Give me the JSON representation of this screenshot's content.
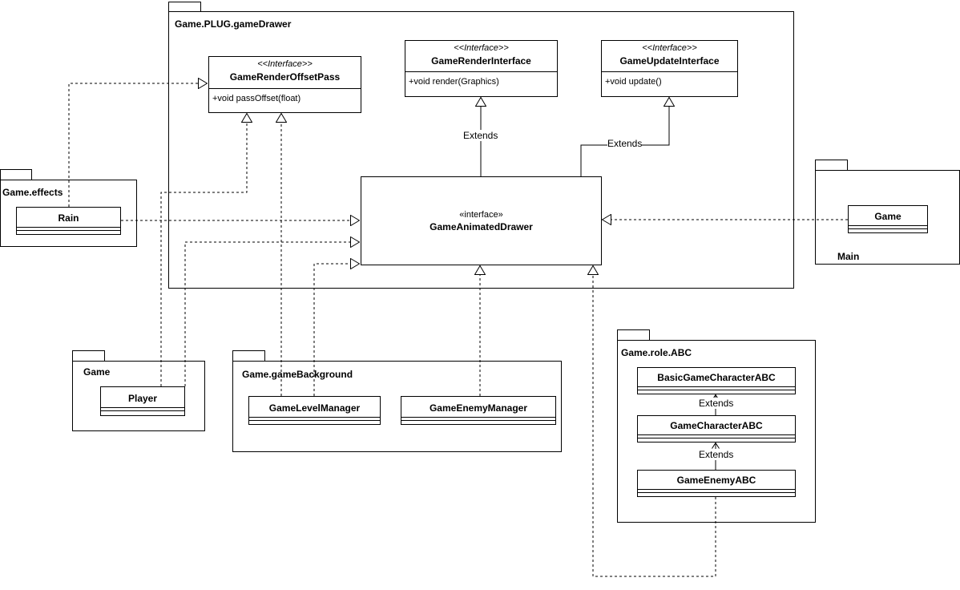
{
  "packages": {
    "gamedrawer": "Game.PLUG.gameDrawer",
    "effects": "Game.effects",
    "main": "Main",
    "game": "Game",
    "background": "Game.gameBackground",
    "role_abc": "Game.role.ABC"
  },
  "interfaces": {
    "offset_pass": {
      "stereotype": "<<Interface>>",
      "name": "GameRenderOffsetPass",
      "method": "+void passOffset(float)"
    },
    "render": {
      "stereotype": "<<Interface>>",
      "name": "GameRenderInterface",
      "method": "+void render(Graphics)"
    },
    "update": {
      "stereotype": "<<Interface>>",
      "name": "GameUpdateInterface",
      "method": "+void update()"
    },
    "animated_drawer": {
      "stereotype": "«interface»",
      "name": "GameAnimatedDrawer"
    }
  },
  "classes": {
    "rain": "Rain",
    "game_main": "Game",
    "player": "Player",
    "level_manager": "GameLevelManager",
    "enemy_manager": "GameEnemyManager",
    "basic_character": "BasicGameCharacterABC",
    "character": "GameCharacterABC",
    "enemy_abc": "GameEnemyABC"
  },
  "labels": {
    "extends_render": "Extends",
    "extends_update": "Extends",
    "extends_basic": "Extends",
    "extends_character": "Extends"
  }
}
